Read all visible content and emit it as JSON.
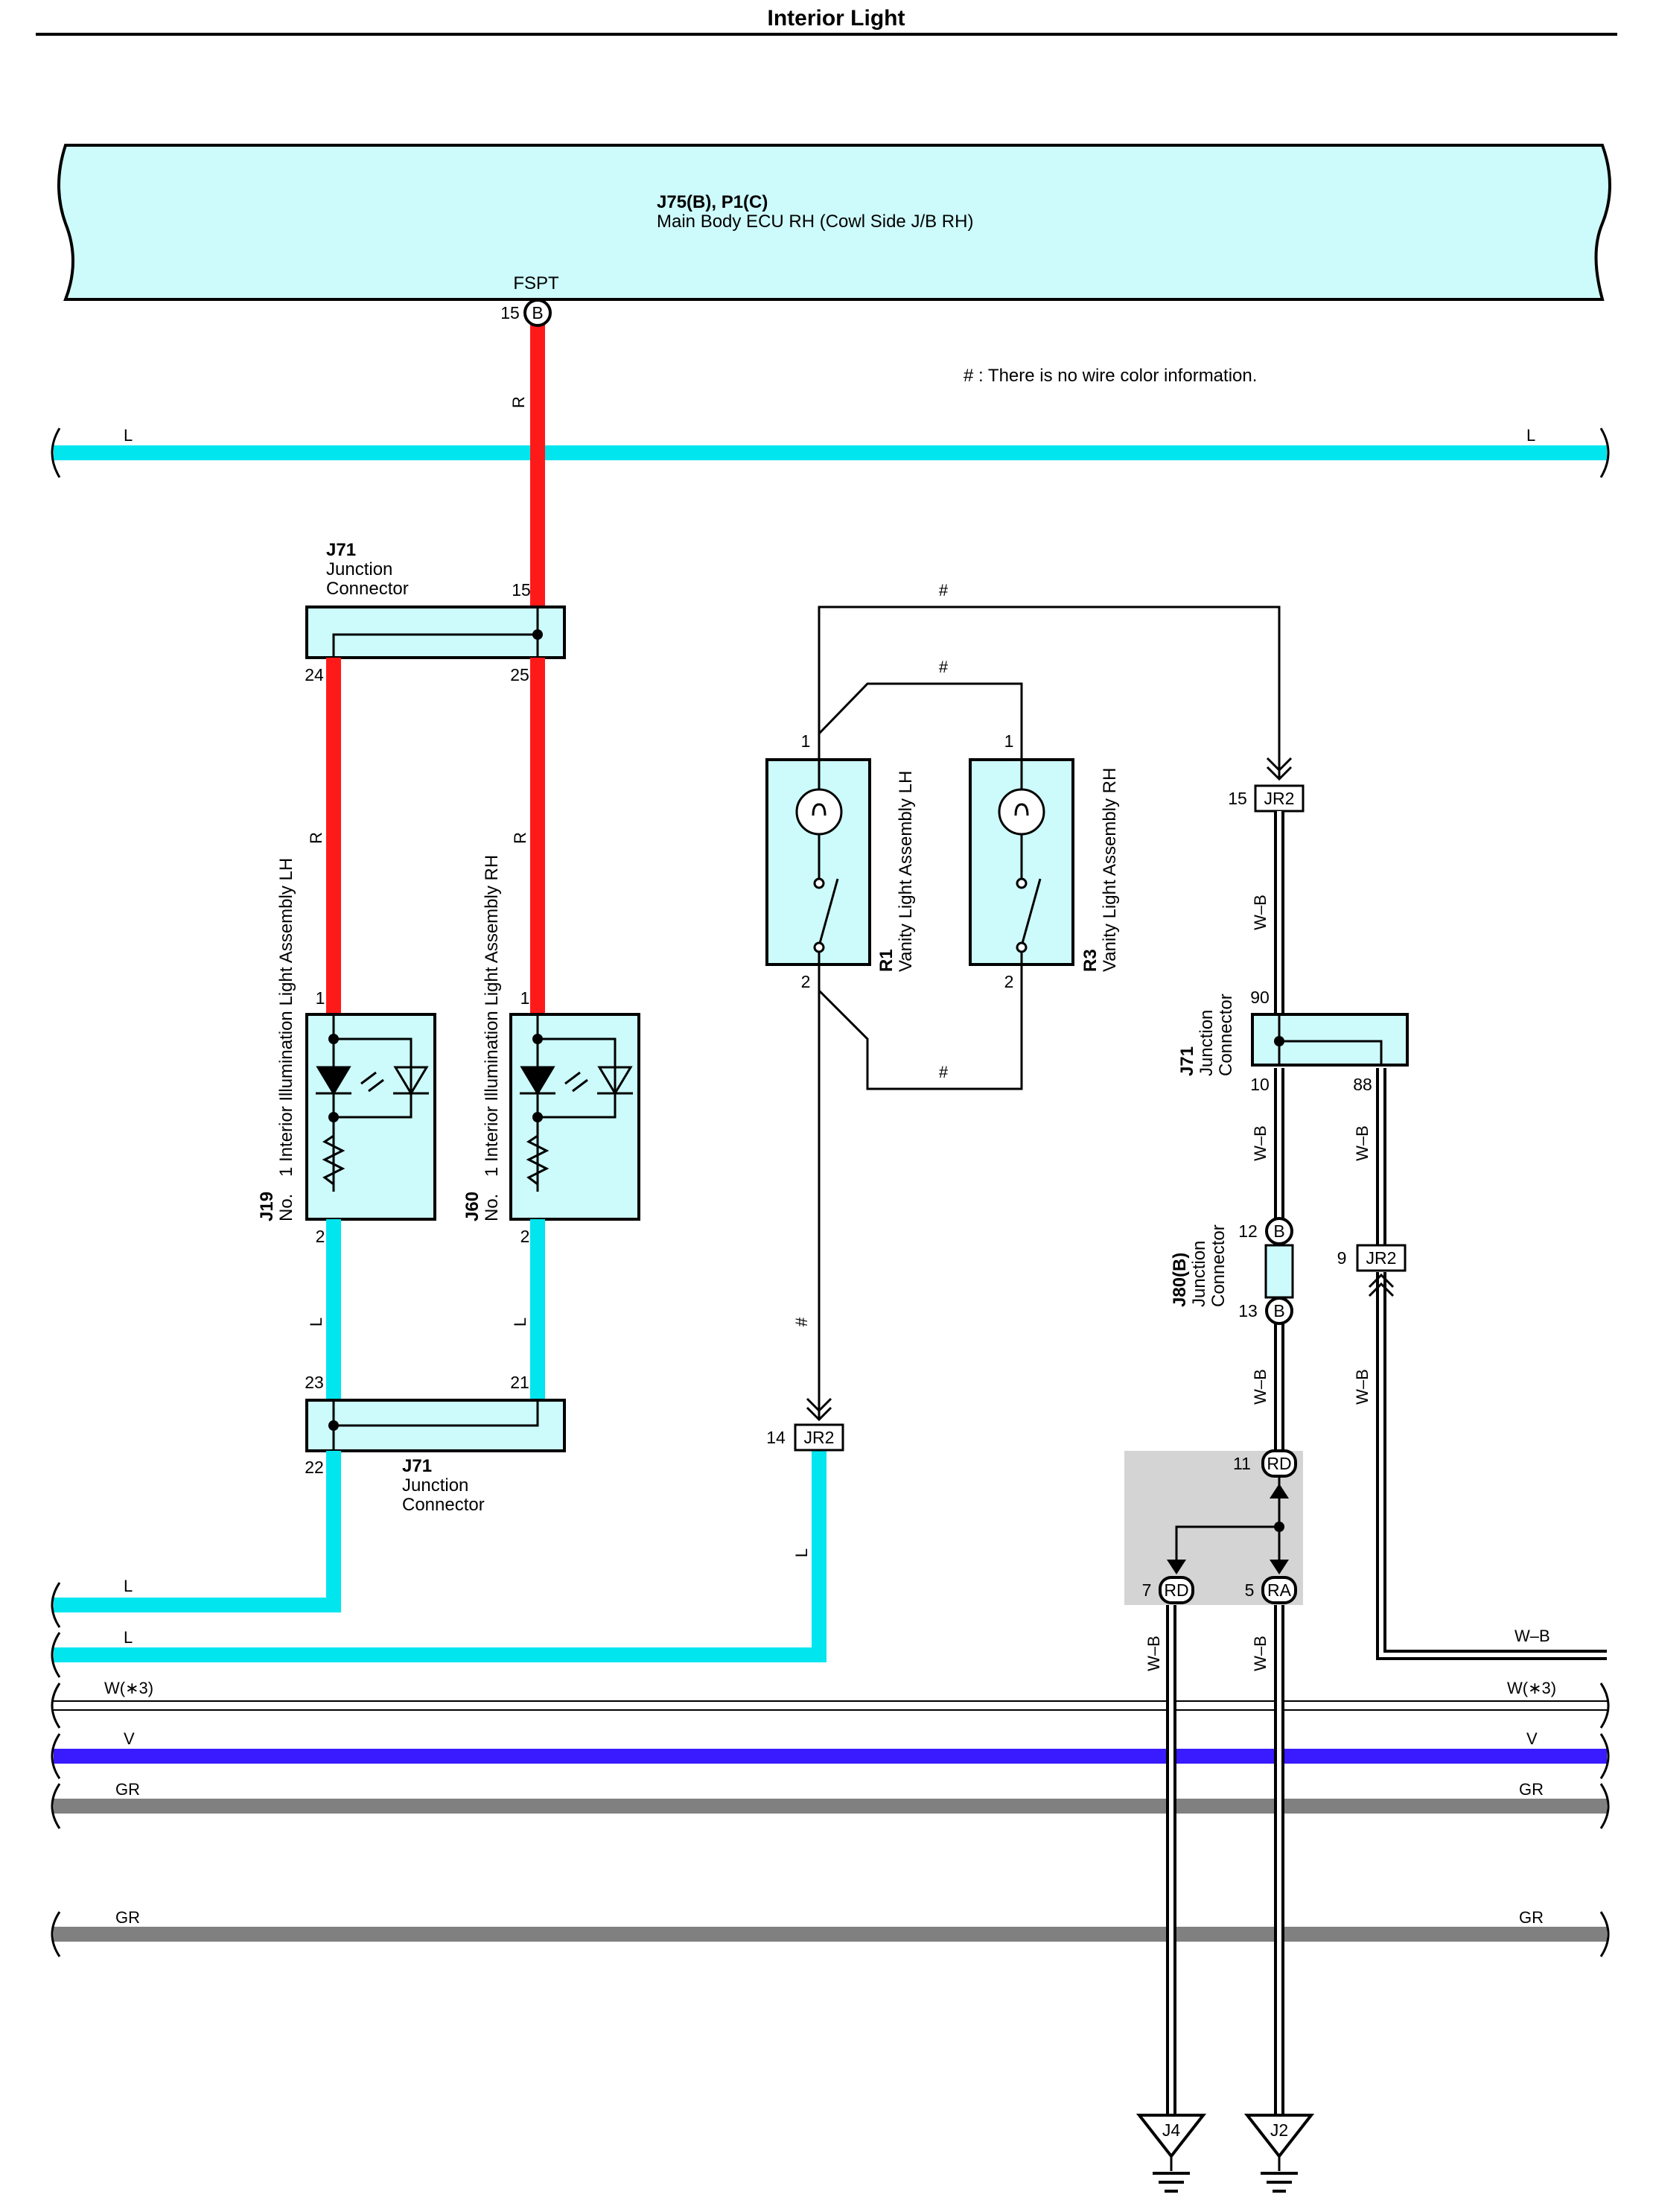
{
  "title": "Interior Light",
  "note": "# : There is no wire color information.",
  "ecu": {
    "code": "J75(B), P1(C)",
    "name": "Main Body ECU RH (Cowl Side J/B RH)",
    "terminal": "FSPT",
    "pin": "15",
    "pin_badge": "B"
  },
  "wire_colors": {
    "L": "#00e5ee",
    "R": "#ff1a1a",
    "V": "#3a1aff",
    "GR": "#808080",
    "W": "#ffffff",
    "WB": "#000000",
    "box": "#cdfafa"
  },
  "wire_labels": {
    "L": "L",
    "R": "R",
    "WB": "W–B",
    "W3": "W(∗3)",
    "V": "V",
    "GR": "GR",
    "hash": "#"
  },
  "j71_top": {
    "code": "J71",
    "line1": "Junction",
    "line2": "Connector",
    "pin_in": "15",
    "pin_l": "24",
    "pin_r": "25"
  },
  "j71_bot": {
    "code": "J71",
    "line1": "Junction",
    "line2": "Connector",
    "pin_l": "23",
    "pin_r": "21",
    "pin_out": "22"
  },
  "j71_right": {
    "code": "J71",
    "line1": "Junction",
    "line2": "Connector",
    "pin_top": "90",
    "pin_l": "10",
    "pin_r": "88"
  },
  "j19": {
    "code": "J19",
    "prefix": "No.",
    "name": "1 Interior Illumination Light Assembly LH",
    "pin1": "1",
    "pin2": "2"
  },
  "j60": {
    "code": "J60",
    "prefix": "No.",
    "name": "1 Interior Illumination Light Assembly RH",
    "pin1": "1",
    "pin2": "2"
  },
  "r1": {
    "code": "R1",
    "name": "Vanity Light Assembly LH",
    "pin1": "1",
    "pin2": "2"
  },
  "r3": {
    "code": "R3",
    "name": "Vanity Light Assembly RH",
    "pin1": "1",
    "pin2": "2"
  },
  "jr2_15": {
    "code": "JR2",
    "pin": "15"
  },
  "jr2_14": {
    "code": "JR2",
    "pin": "14"
  },
  "jr2_9": {
    "code": "JR2",
    "pin": "9"
  },
  "j80": {
    "code": "J80(B)",
    "line1": "Junction",
    "line2": "Connector",
    "pin_top": "12",
    "pin_bot": "13",
    "badge": "B"
  },
  "rd11": {
    "pin": "11",
    "badge": "RD"
  },
  "rd7": {
    "pin": "7",
    "badge": "RD"
  },
  "ra5": {
    "pin": "5",
    "badge": "RA"
  },
  "grounds": {
    "left": "J4",
    "right": "J2"
  }
}
